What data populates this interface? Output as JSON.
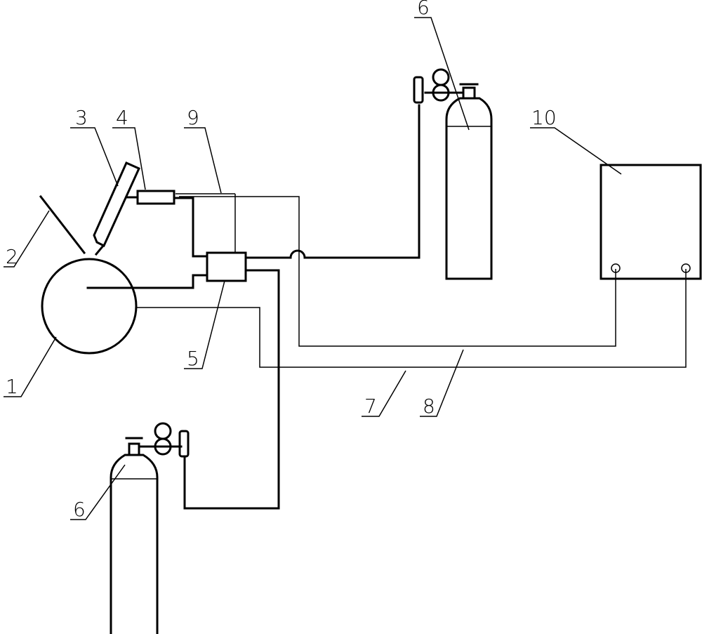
{
  "labels": {
    "l1": "1",
    "l2": "2",
    "l3": "3",
    "l4": "4",
    "l5": "5",
    "l6_top": "6",
    "l6_bottom": "6",
    "l7": "7",
    "l8": "8",
    "l9": "9",
    "l10": "10"
  },
  "colors": {
    "ink": "#000000",
    "background": "#ffffff"
  }
}
